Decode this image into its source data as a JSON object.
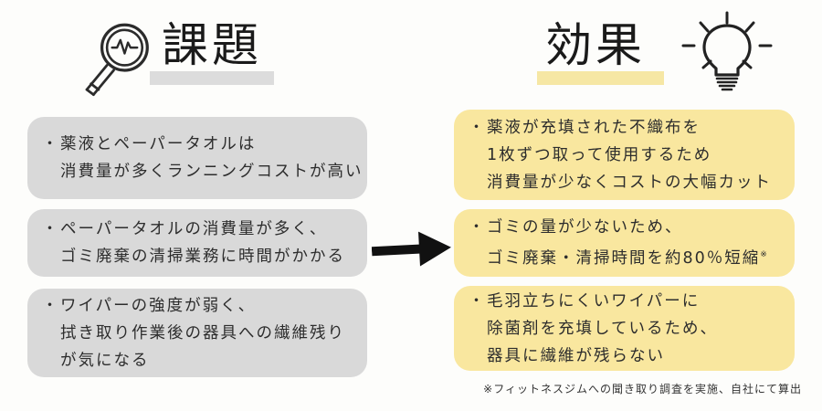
{
  "header": {
    "left": {
      "title": "課題",
      "icon": "magnifier-pulse-icon"
    },
    "right": {
      "title": "効果",
      "icon": "lightbulb-icon"
    }
  },
  "columns": {
    "left": {
      "items": [
        {
          "bullet": "・",
          "lines": [
            "薬液とペーパータオルは",
            "消費量が多くランニングコストが高い"
          ]
        },
        {
          "bullet": "・",
          "lines": [
            "ペーパータオルの消費量が多く、",
            "ゴミ廃棄の清掃業務に時間がかかる"
          ]
        },
        {
          "bullet": "・",
          "lines": [
            "ワイパーの強度が弱く、",
            "拭き取り作業後の器具への繊維残り",
            "が気になる"
          ]
        }
      ]
    },
    "right": {
      "items": [
        {
          "bullet": "・",
          "lines": [
            "薬液が充填された不織布を",
            "1枚ずつ取って使用するため",
            "消費量が少なくコストの大幅カット"
          ]
        },
        {
          "bullet": "・",
          "lines": [
            "ゴミの量が少ないため、",
            "ゴミ廃棄・清掃時間を約80％短縮"
          ],
          "sup": "※"
        },
        {
          "bullet": "・",
          "lines": [
            "毛羽立ちにくいワイパーに",
            "除菌剤を充填しているため、",
            "器具に繊維が残らない"
          ]
        }
      ]
    }
  },
  "footnote": {
    "text": "※フィットネスジムへの聞き取り調査を実施、自社にて算出"
  },
  "colors": {
    "background": "#fdfdfb",
    "issue_box": "#d9d9d9",
    "effect_box": "#f9e79f",
    "issue_highlight": "#dcdcdc",
    "effect_highlight": "#f6e7a4",
    "text": "#2d2d2d",
    "arrow": "#111111"
  }
}
